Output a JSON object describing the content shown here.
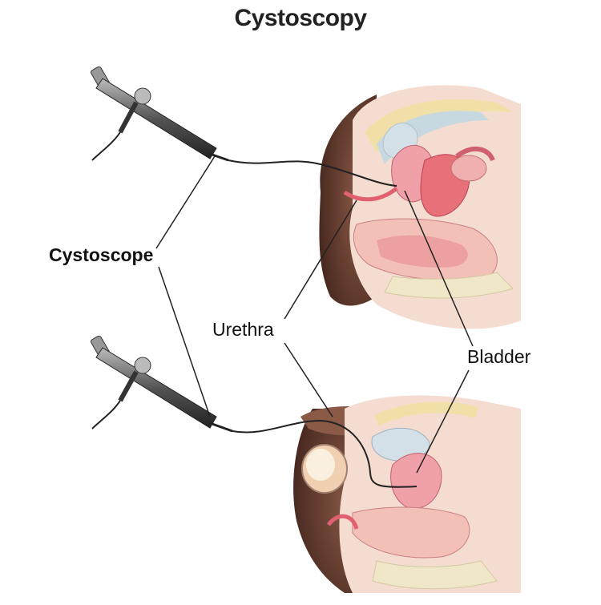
{
  "diagram": {
    "title": "Cystoscopy",
    "labels": {
      "cystoscope": "Cystoscope",
      "urethra": "Urethra",
      "bladder": "Bladder"
    }
  },
  "colors": {
    "skin_shadow": "#7a4a3a",
    "skin": "#f2d6c8",
    "tissue_pink": "#f3b8b4",
    "organ_red": "#e8707a",
    "bone": "#f0e6c8",
    "bladder_wall": "#e99aa6",
    "scope_metal": "#555555",
    "cable": "#2a2a2a"
  },
  "icons": [
    "cystoscope-icon",
    "cystoscope-icon"
  ]
}
